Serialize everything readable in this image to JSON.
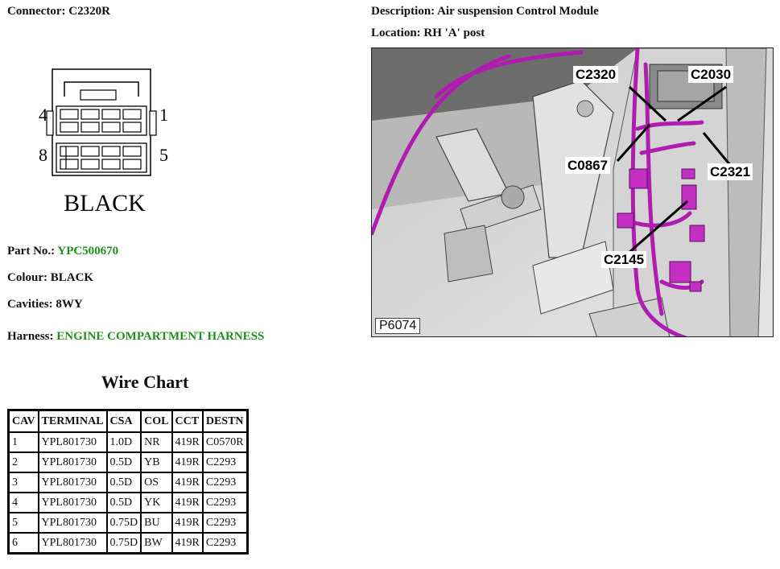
{
  "header": {
    "connector_label": "Connector:",
    "connector_value": "C2320R",
    "description_label": "Description:",
    "description_value": "Air suspension Control Module",
    "location_label": "Location:",
    "location_value": "RH 'A' post"
  },
  "connector_drawing": {
    "pin_top_left": "4",
    "pin_top_right": "1",
    "pin_bottom_left": "8",
    "pin_bottom_right": "5",
    "color_text": "BLACK"
  },
  "details": {
    "part_no_label": "Part No.:",
    "part_no_value": "YPC500670",
    "colour_label": "Colour:",
    "colour_value": "BLACK",
    "cavities_label": "Cavities:",
    "cavities_value": "8WY",
    "harness_label": "Harness:",
    "harness_value": "ENGINE COMPARTMENT HARNESS",
    "link_color": "#1f8f1f"
  },
  "photo": {
    "callouts": [
      "C2320",
      "C2030",
      "C0867",
      "C2321",
      "C2145"
    ],
    "reference": "P6074",
    "highlight_color": "#b01cb0"
  },
  "wire_chart": {
    "title": "Wire Chart",
    "headers": [
      "CAV",
      "TERMINAL",
      "CSA",
      "COL",
      "CCT",
      "DESTN"
    ],
    "rows": [
      [
        "1",
        "YPL801730",
        "1.0D",
        "NR",
        "419R",
        "C0570R"
      ],
      [
        "2",
        "YPL801730",
        "0.5D",
        "YB",
        "419R",
        "C2293"
      ],
      [
        "3",
        "YPL801730",
        "0.5D",
        "OS",
        "419R",
        "C2293"
      ],
      [
        "4",
        "YPL801730",
        "0.5D",
        "YK",
        "419R",
        "C2293"
      ],
      [
        "5",
        "YPL801730",
        "0.75D",
        "BU",
        "419R",
        "C2293"
      ],
      [
        "6",
        "YPL801730",
        "0.75D",
        "BW",
        "419R",
        "C2293"
      ]
    ]
  }
}
